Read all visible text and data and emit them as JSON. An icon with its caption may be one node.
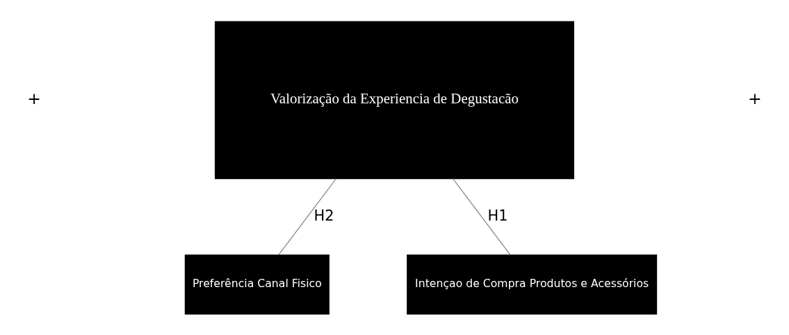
{
  "diagram": {
    "nodes": [
      {
        "text": [
          "Valorização da Experiencia de Degustacão"
        ]
      },
      {
        "text": [
          "Intençao de Compra Produtos e Acessórios"
        ]
      },
      {
        "text": [
          "Preferência Canal Fisico"
        ]
      }
    ],
    "edges": [
      {
        "from": 1,
        "to": 0,
        "arrow": "none",
        "label": "H1"
      },
      {
        "from": 0,
        "to": 2,
        "arrow": "none",
        "label": "H2"
      }
    ],
    "labels": [
      "+",
      "+"
    ]
  }
}
